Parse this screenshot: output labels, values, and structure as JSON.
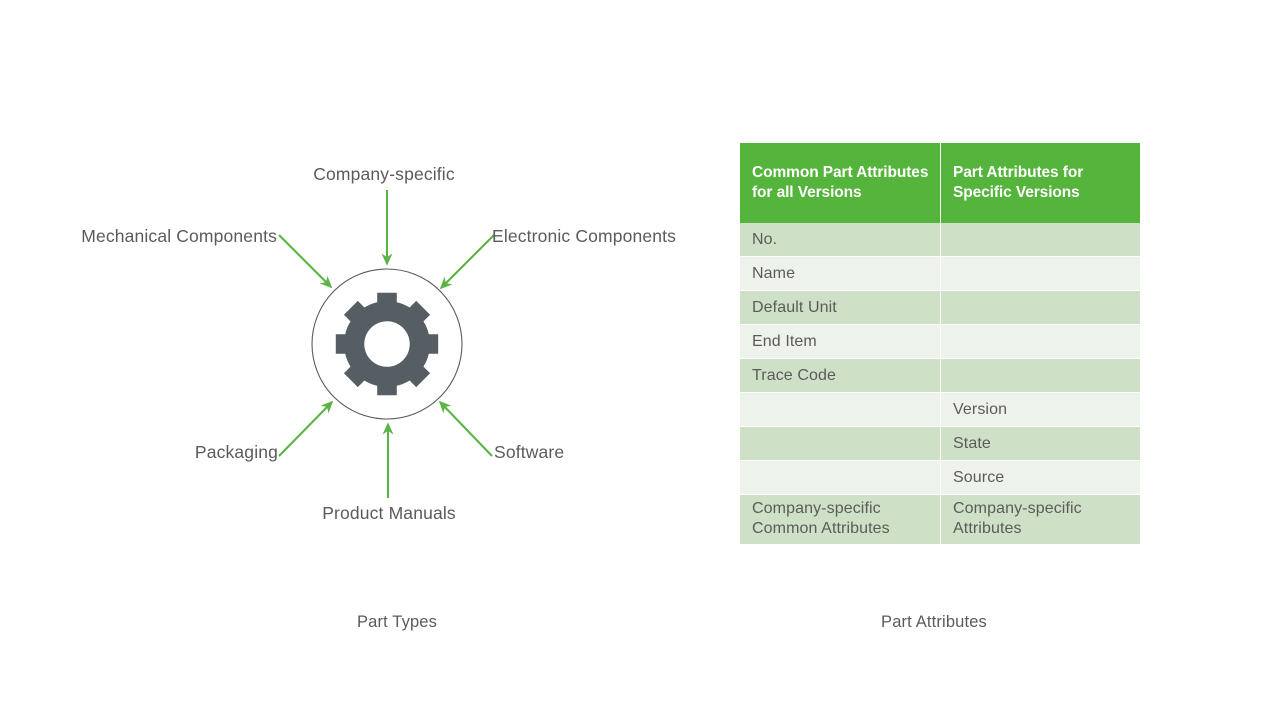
{
  "diagram": {
    "center_icon": "gear-icon",
    "center_icon_color": "#555e63",
    "circle_stroke": "#555555",
    "arrow_color": "#5cb346",
    "nodes": [
      {
        "id": "company-specific",
        "label": "Company-specific"
      },
      {
        "id": "mechanical-components",
        "label": "Mechanical Components"
      },
      {
        "id": "electronic-components",
        "label": "Electronic Components"
      },
      {
        "id": "packaging",
        "label": "Packaging"
      },
      {
        "id": "software",
        "label": "Software"
      },
      {
        "id": "product-manuals",
        "label": "Product Manuals"
      }
    ]
  },
  "table": {
    "header_bg": "#55b43c",
    "band_dark": "#cee0c6",
    "band_light": "#edf3eb",
    "headers": [
      "Common Part Attributes for all Versions",
      "Part Attributes for Specific Versions"
    ],
    "rows": [
      {
        "common": "No.",
        "specific": ""
      },
      {
        "common": "Name",
        "specific": ""
      },
      {
        "common": "Default Unit",
        "specific": ""
      },
      {
        "common": "End Item",
        "specific": ""
      },
      {
        "common": "Trace Code",
        "specific": ""
      },
      {
        "common": "",
        "specific": "Version"
      },
      {
        "common": "",
        "specific": "State"
      },
      {
        "common": "",
        "specific": "Source"
      }
    ],
    "last_row": {
      "common_line1": "Company-specific",
      "common_line2": "Common Attributes",
      "specific_line1": "Company-specific",
      "specific_line2": "Attributes"
    }
  },
  "captions": {
    "left": "Part Types",
    "right": "Part Attributes"
  }
}
